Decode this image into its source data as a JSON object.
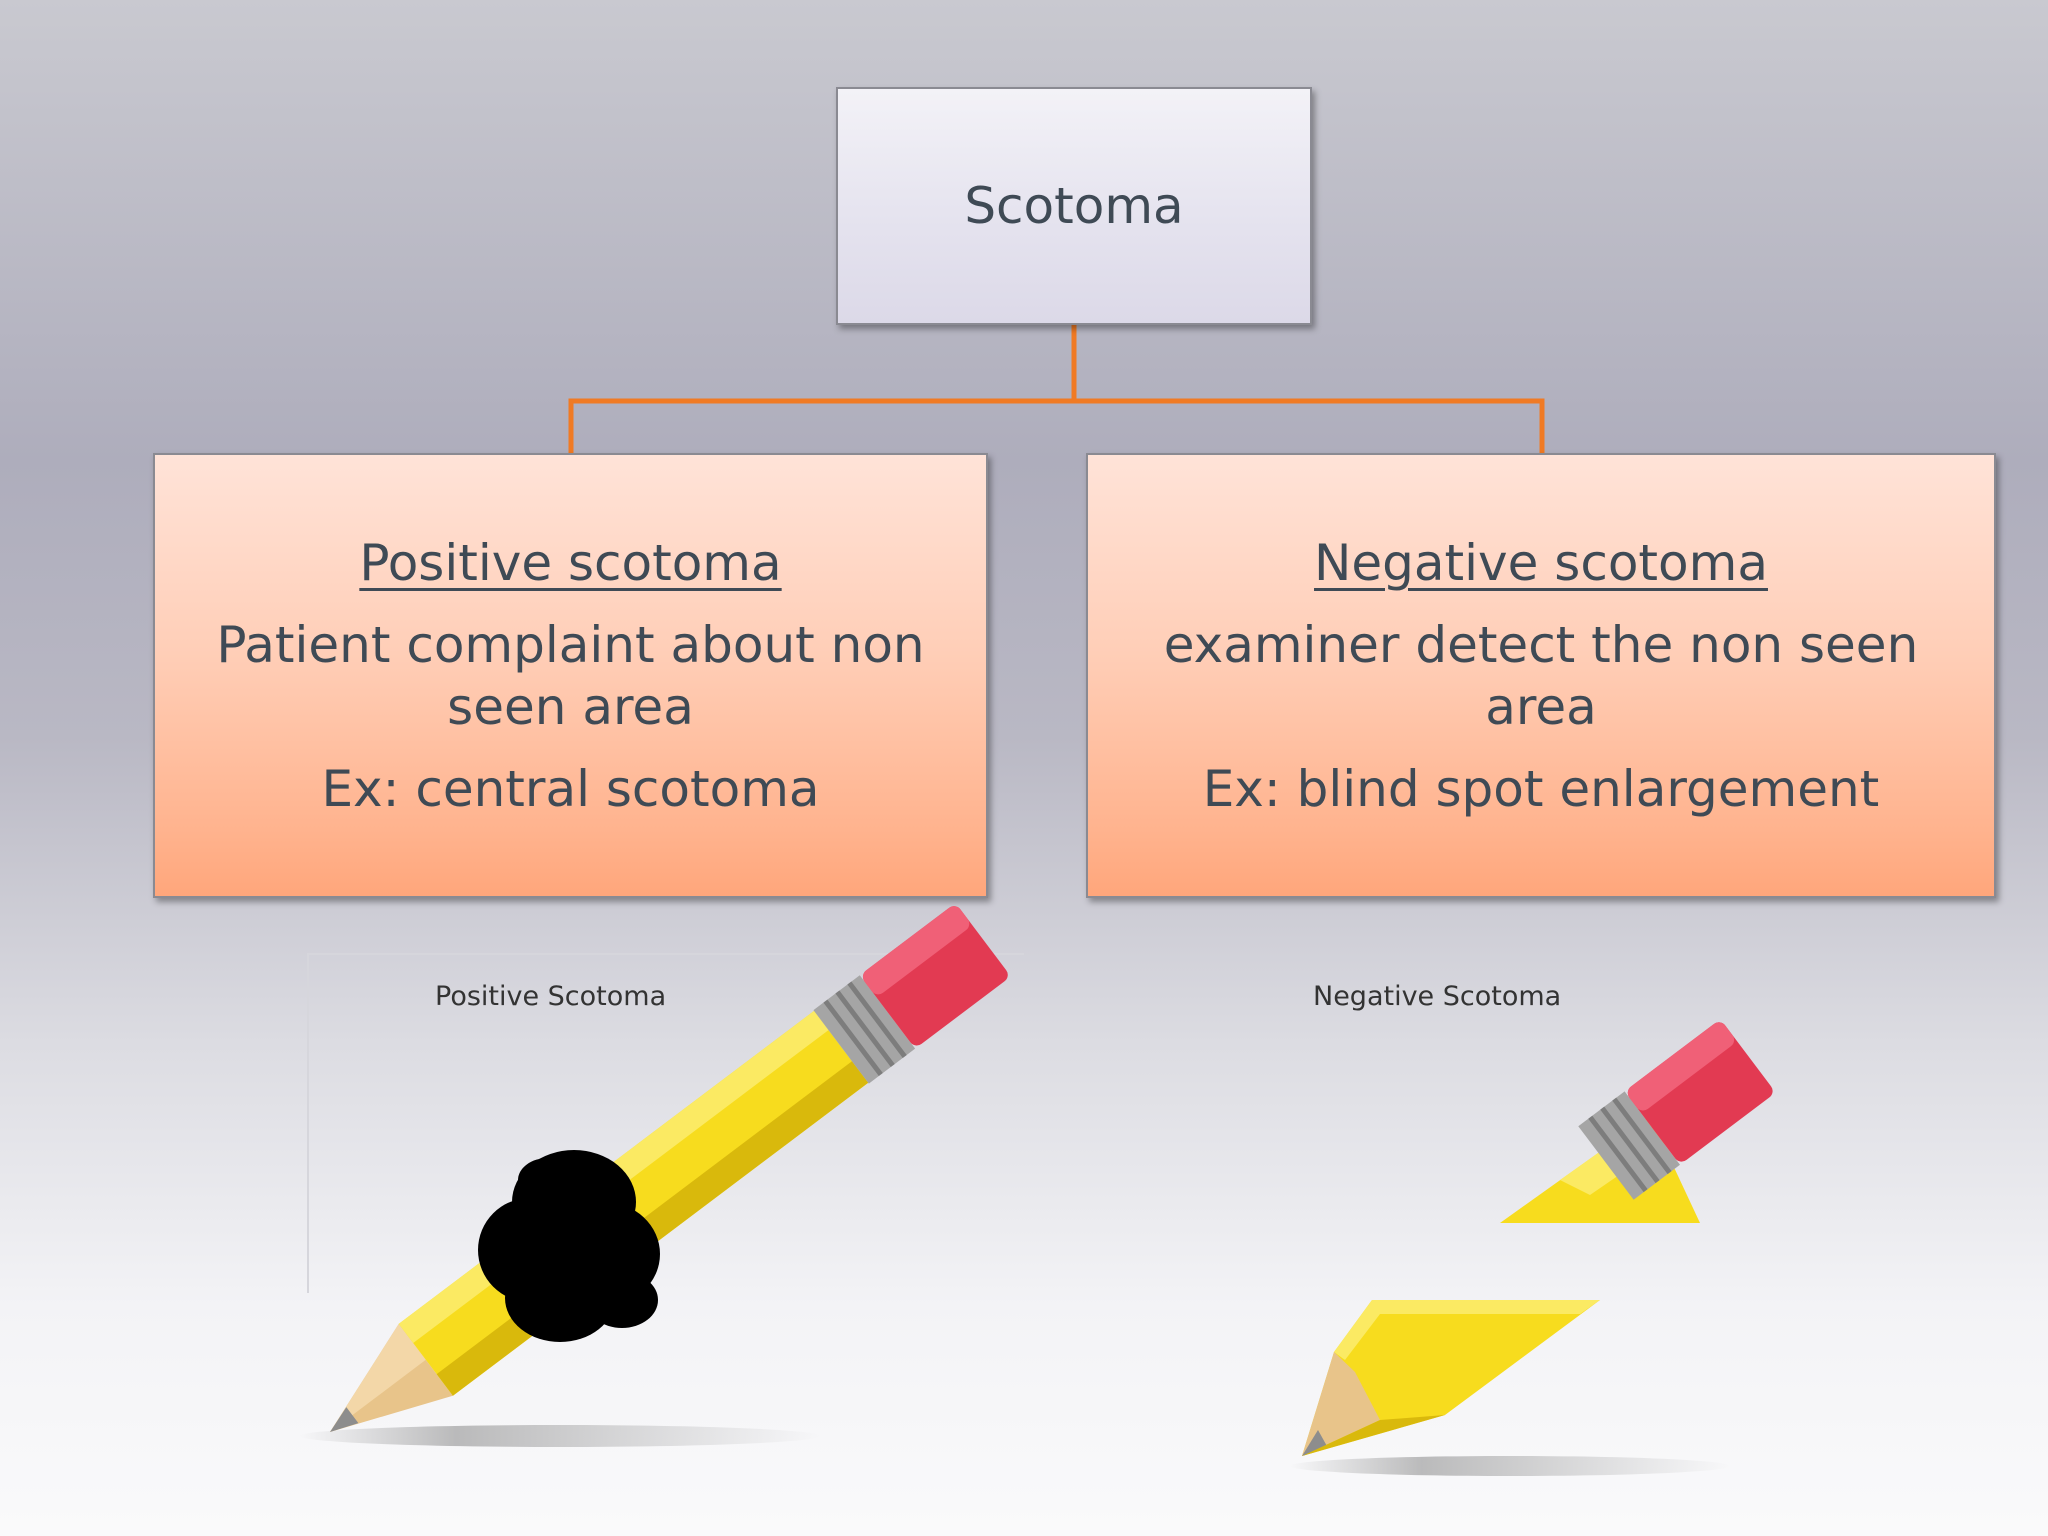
{
  "root": {
    "title": "Scotoma"
  },
  "positive": {
    "heading": "Positive scotoma",
    "description": "Patient complaint about non seen area",
    "example": "Ex: central scotoma",
    "caption": "Positive Scotoma"
  },
  "negative": {
    "heading": "Negative scotoma",
    "description": "examiner detect the non seen area",
    "example": "Ex: blind spot enlargement",
    "caption": "Negative Scotoma"
  },
  "colors": {
    "connector": "#f07a24",
    "pencil_body": "#f7dc1e",
    "pencil_dark": "#d9b90c",
    "eraser": "#e23a52",
    "ferrule": "#a5a5a5",
    "wood": "#e8c48a",
    "blot": "#000000"
  },
  "icons": [
    "pencil-icon",
    "pencil-broken-icon",
    "ink-blot-icon"
  ]
}
